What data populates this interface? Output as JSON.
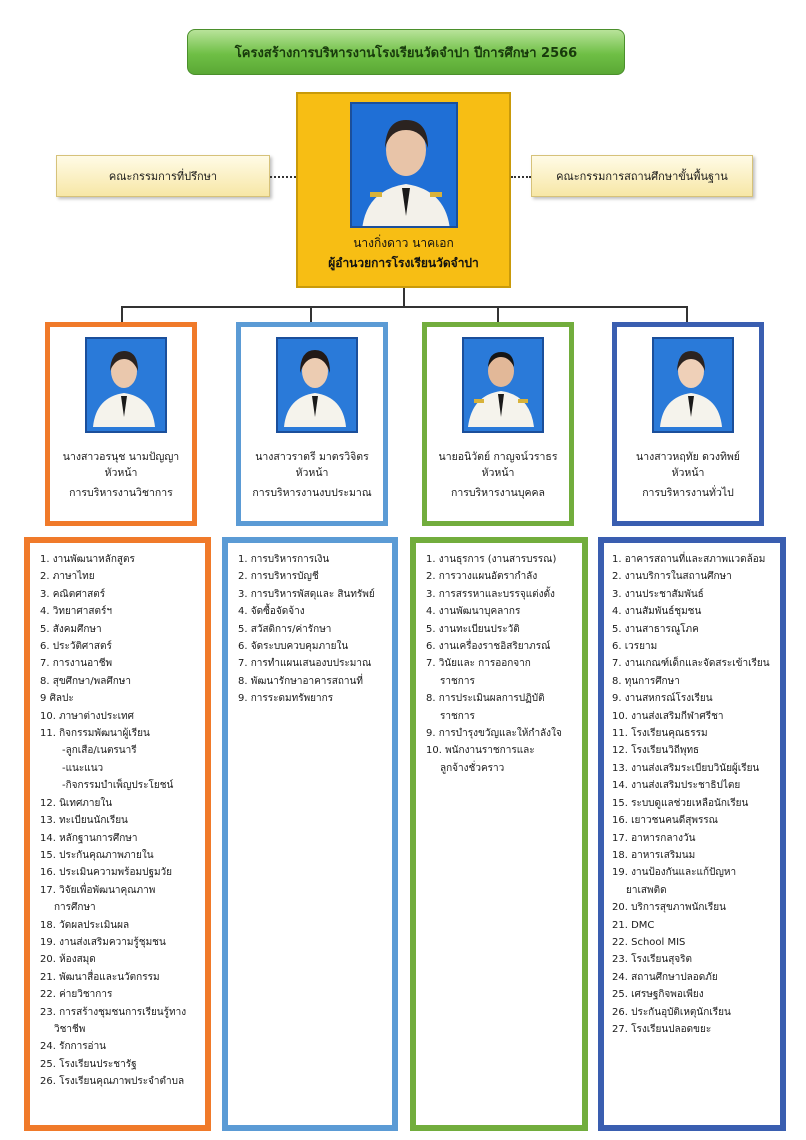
{
  "title": "โครงสร้างการบริหารงานโรงเรียนวัดจำปา ปีการศึกษา 2566",
  "director": {
    "name": "นางกิ่งดาว  นาคเอก",
    "position": "ผู้อำนวยการโรงเรียนวัดจำปา"
  },
  "advisory_committee": "คณะกรรมการที่ปรึกษา",
  "basic_education_committee": "คณะกรรมการสถานศึกษาขั้นพื้นฐาน",
  "colors": {
    "academic": "#f07a2a",
    "budget": "#5b9bd5",
    "personnel": "#72ad3d",
    "general": "#3a5eb0",
    "banner": "#6fbf45",
    "director_bg": "#f7be14"
  },
  "departments": [
    {
      "name": "นางสาวอรนุช  นามปัญญา",
      "role": "หัวหน้า",
      "group": "การบริหารงานวิชาการ"
    },
    {
      "name": "นางสาวราตรี  มาตรวิจิตร",
      "role": "หัวหน้า",
      "group": "การบริหารงานงบประมาณ"
    },
    {
      "name": "นายอนิวัตย์  กาญจน์วราธร",
      "role": "หัวหน้า",
      "group": "การบริหารงานบุคคล"
    },
    {
      "name": "นางสาวหฤทัย  ดวงทิพย์",
      "role": "หัวหน้า",
      "group": "การบริหารงานทั่วไป"
    }
  ],
  "academic_tasks": [
    {
      "n": "1.",
      "t": "งานพัฒนาหลักสูตร"
    },
    {
      "n": "2.",
      "t": "ภาษาไทย"
    },
    {
      "n": "3.",
      "t": "คณิตศาสตร์"
    },
    {
      "n": "4.",
      "t": "วิทยาศาสตร์ฯ"
    },
    {
      "n": "5.",
      "t": "สังคมศึกษา"
    },
    {
      "n": "6.",
      "t": "ประวัติศาสตร์"
    },
    {
      "n": "7.",
      "t": "การงานอาชีพ"
    },
    {
      "n": "8.",
      "t": "สุขศึกษา/พลศึกษา"
    },
    {
      "n": "9",
      "t": "ศิลปะ"
    },
    {
      "n": "10.",
      "t": "ภาษาต่างประเทศ"
    },
    {
      "n": "11.",
      "t": "กิจกรรมพัฒนาผู้เรียน"
    },
    {
      "n": "",
      "t": "-ลูกเสือ/เนตรนารี",
      "sub": true
    },
    {
      "n": "",
      "t": "-แนะแนว",
      "sub": true
    },
    {
      "n": "",
      "t": "-กิจกรรมบำเพ็ญประโยชน์",
      "sub": true
    },
    {
      "n": "12.",
      "t": "นิเทศภายใน"
    },
    {
      "n": "13.",
      "t": "ทะเบียนนักเรียน"
    },
    {
      "n": "14.",
      "t": "หลักฐานการศึกษา"
    },
    {
      "n": "15.",
      "t": "ประกันคุณภาพภายใน"
    },
    {
      "n": "16.",
      "t": "ประเมินความพร้อมปฐมวัย"
    },
    {
      "n": "17.",
      "t": "วิจัยเพื่อพัฒนาคุณภาพ"
    },
    {
      "n": "",
      "t": "การศึกษา",
      "cont": true
    },
    {
      "n": "18.",
      "t": "วัดผลประเมินผล"
    },
    {
      "n": "19.",
      "t": "งานส่งเสริมความรู้ชุมชน"
    },
    {
      "n": "20.",
      "t": "ห้องสมุด"
    },
    {
      "n": "21.",
      "t": "พัฒนาสื่อและนวัตกรรม"
    },
    {
      "n": "22.",
      "t": "ค่ายวิชาการ"
    },
    {
      "n": "23.",
      "t": "การสร้างชุมชนการเรียนรู้ทาง"
    },
    {
      "n": "",
      "t": "วิชาชีพ",
      "cont": true
    },
    {
      "n": "24.",
      "t": "รักการอ่าน"
    },
    {
      "n": "25.",
      "t": "โรงเรียนประชารัฐ"
    },
    {
      "n": "26.",
      "t": "โรงเรียนคุณภาพประจำตำบล"
    }
  ],
  "budget_tasks": [
    {
      "n": "1.",
      "t": "การบริหารการเงิน"
    },
    {
      "n": "2.",
      "t": "การบริหารบัญชี"
    },
    {
      "n": "3.",
      "t": "การบริหารพัสดุและ สินทรัพย์"
    },
    {
      "n": "4.",
      "t": "จัดซื้อจัดจ้าง"
    },
    {
      "n": "5.",
      "t": "สวัสดิการ/ค่ารักษา"
    },
    {
      "n": "6.",
      "t": "จัดระบบควบคุมภายใน"
    },
    {
      "n": "7.",
      "t": "การทำแผนเสนองบประมาณ"
    },
    {
      "n": "8.",
      "t": "พัฒนารักษาอาคารสถานที่"
    },
    {
      "n": "9.",
      "t": "การระดมทรัพยากร"
    }
  ],
  "personnel_tasks": [
    {
      "n": "1.",
      "t": "งานธุรการ (งานสารบรรณ)"
    },
    {
      "n": "2.",
      "t": "การวางแผนอัตรากำลัง"
    },
    {
      "n": "3.",
      "t": "การสรรหาและบรรจุแต่งตั้ง"
    },
    {
      "n": "4.",
      "t": "งานพัฒนาบุคลากร"
    },
    {
      "n": "5.",
      "t": "งานทะเบียนประวัติ"
    },
    {
      "n": "6.",
      "t": "งานเครื่องราชอิสริยาภรณ์"
    },
    {
      "n": "7.",
      "t": "วินัยและ การออกจาก"
    },
    {
      "n": "",
      "t": "ราชการ",
      "cont": true
    },
    {
      "n": "8.",
      "t": "การประเมินผลการปฏิบัติ"
    },
    {
      "n": "",
      "t": "ราชการ",
      "cont": true
    },
    {
      "n": "9.",
      "t": "การบำรุงขวัญและให้กำลังใจ"
    },
    {
      "n": "10.",
      "t": "พนักงานราชการและ"
    },
    {
      "n": "",
      "t": "ลูกจ้างชั่วคราว",
      "cont": true
    }
  ],
  "general_tasks": [
    {
      "n": "1.",
      "t": "อาคารสถานที่และสภาพแวดล้อม"
    },
    {
      "n": "2.",
      "t": "งานบริการในสถานศึกษา"
    },
    {
      "n": "3.",
      "t": "งานประชาสัมพันธ์"
    },
    {
      "n": "4.",
      "t": "งานสัมพันธ์ชุมชน"
    },
    {
      "n": "5.",
      "t": "งานสาธารณูโภค"
    },
    {
      "n": "6.",
      "t": "เวรยาม"
    },
    {
      "n": "7.",
      "t": "งานเกณฑ์เด็กและจัดสระเข้าเรียน"
    },
    {
      "n": "8.",
      "t": "ทุนการศึกษา"
    },
    {
      "n": "9.",
      "t": "งานสหกรณ์โรงเรียน"
    },
    {
      "n": "10.",
      "t": "งานส่งเสริมกีฬาศรีชา"
    },
    {
      "n": "11.",
      "t": "โรงเรียนคุณธรรม"
    },
    {
      "n": "12.",
      "t": "โรงเรียนวิถีพุทธ"
    },
    {
      "n": "13.",
      "t": "งานส่งเสริมระเบียบวินัยผู้เรียน"
    },
    {
      "n": "14.",
      "t": "งานส่งเสริมประชาธิปไตย"
    },
    {
      "n": "15.",
      "t": "ระบบดูแลช่วยเหลือนักเรียน"
    },
    {
      "n": "16.",
      "t": "เยาวชนคนดีสุพรรณ"
    },
    {
      "n": "17.",
      "t": "อาหารกลางวัน"
    },
    {
      "n": "18.",
      "t": "อาหารเสริมนม"
    },
    {
      "n": "19.",
      "t": "งานป้องกันและแก้ปัญหา"
    },
    {
      "n": "",
      "t": "ยาเสพติด",
      "cont": true
    },
    {
      "n": "20.",
      "t": "บริการสุขภาพนักเรียน"
    },
    {
      "n": "21.",
      "t": "DMC"
    },
    {
      "n": "22.",
      "t": "School MIS"
    },
    {
      "n": "23.",
      "t": "โรงเรียนสุจริต"
    },
    {
      "n": "24.",
      "t": "สถานศึกษาปลอดภัย"
    },
    {
      "n": "25.",
      "t": "เศรษฐกิจพอเพียง"
    },
    {
      "n": "26.",
      "t": "ประกันอุบัติเหตุนักเรียน"
    },
    {
      "n": "27.",
      "t": "โรงเรียนปลอดขยะ"
    }
  ]
}
